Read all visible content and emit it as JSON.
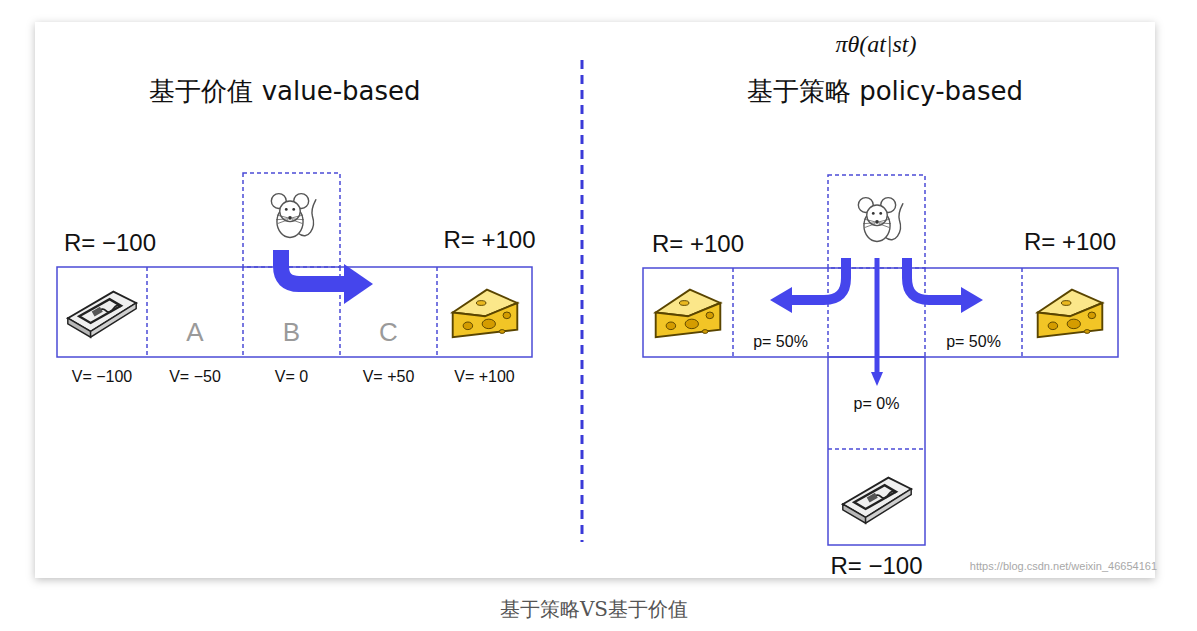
{
  "diagram": {
    "caption": "基于策略VS基于价值",
    "nodes": [
      {
        "text": [
          "R= −100",
          "V= −100"
        ]
      },
      {
        "text": [
          "A",
          "V= −50"
        ]
      },
      {
        "text": [
          "B",
          "V= 0"
        ]
      },
      {
        "text": [
          "C",
          "V= +50"
        ]
      },
      {
        "text": [
          "R= +100",
          "V= +100"
        ]
      },
      {
        "text": [
          "R= +100"
        ]
      },
      {
        "text": [
          "p= 50%"
        ]
      },
      {
        "text": [
          "p= 50%"
        ]
      },
      {
        "text": [
          "R= +100"
        ]
      },
      {
        "text": [
          "p= 0%"
        ]
      },
      {
        "text": [
          "R= −100"
        ]
      }
    ],
    "labels": [
      "πθ(at|st)",
      "基于价值 value-based",
      "基于策略 policy-based",
      "https://blog.csdn.net/weixin_46654161"
    ]
  }
}
